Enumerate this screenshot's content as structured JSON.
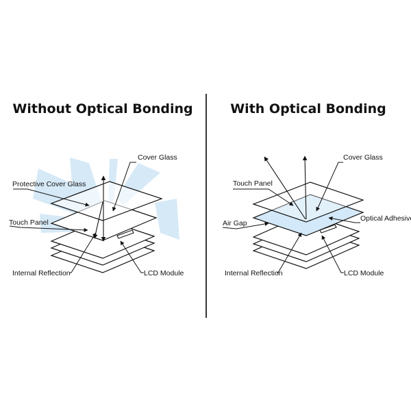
{
  "left_panel": {
    "title": "Without Optical Bonding",
    "labels": {
      "cover_glass": "Cover Glass",
      "protective_cover_glass": "Protective Cover Glass",
      "touch_panel": "Touch Panel",
      "internal_reflection": "Internal Reflection",
      "lcd_module": "LCD Module"
    }
  },
  "right_panel": {
    "title": "With Optical Bonding",
    "labels": {
      "cover_glass": "Cover Glass",
      "touch_panel": "Touch Panel",
      "optical_adhesive": "Optical Adhesive",
      "air_gap": "Air Gap",
      "internal_reflection": "Internal Reflection",
      "lcd_module": "LCD Module"
    }
  },
  "colors": {
    "glare": "#d6e9f7",
    "adhesive": "#d3e8f8",
    "line": "#111111",
    "divider": "#333333"
  }
}
